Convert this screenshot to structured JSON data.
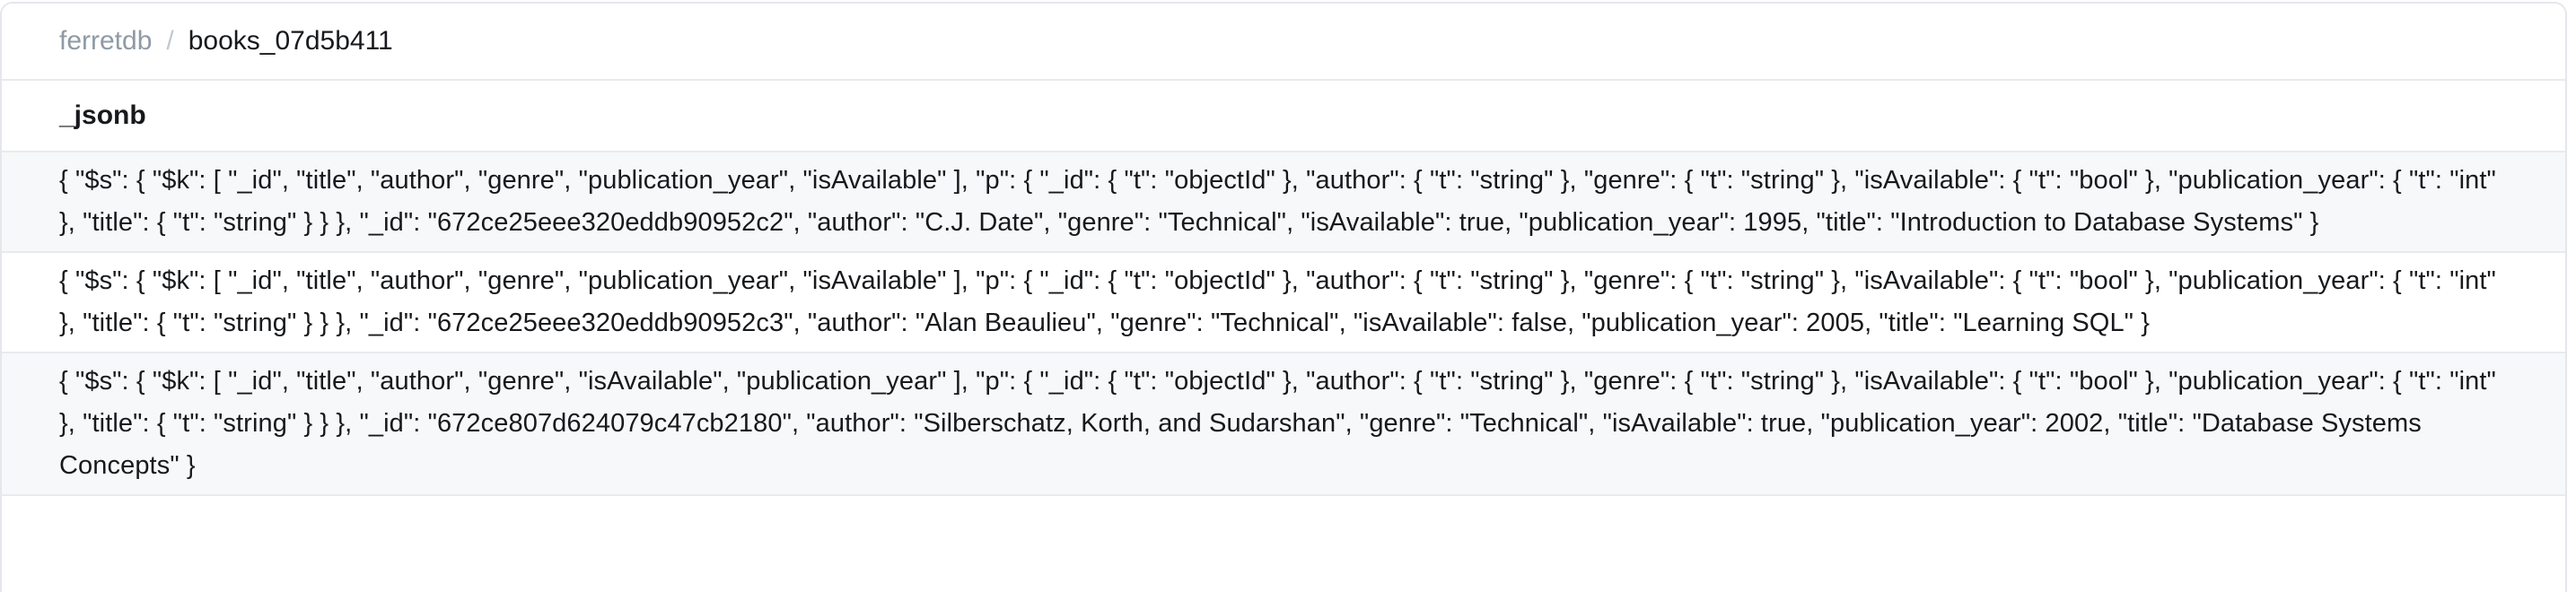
{
  "breadcrumb": {
    "database": "ferretdb",
    "separator": "/",
    "collection": "books_07d5b411"
  },
  "table": {
    "column_header": "_jsonb",
    "rows": [
      {
        "json": "{ \"$s\": { \"$k\": [ \"_id\", \"title\", \"author\", \"genre\", \"publication_year\", \"isAvailable\" ], \"p\": { \"_id\": { \"t\": \"objectId\" }, \"author\": { \"t\": \"string\" }, \"genre\": { \"t\": \"string\" }, \"isAvailable\": { \"t\": \"bool\" }, \"publication_year\": { \"t\": \"int\" }, \"title\": { \"t\": \"string\" } } }, \"_id\": \"672ce25eee320eddb90952c2\", \"author\": \"C.J. Date\", \"genre\": \"Technical\", \"isAvailable\": true, \"publication_year\": 1995, \"title\": \"Introduction to Database Systems\" }"
      },
      {
        "json": "{ \"$s\": { \"$k\": [ \"_id\", \"title\", \"author\", \"genre\", \"publication_year\", \"isAvailable\" ], \"p\": { \"_id\": { \"t\": \"objectId\" }, \"author\": { \"t\": \"string\" }, \"genre\": { \"t\": \"string\" }, \"isAvailable\": { \"t\": \"bool\" }, \"publication_year\": { \"t\": \"int\" }, \"title\": { \"t\": \"string\" } } }, \"_id\": \"672ce25eee320eddb90952c3\", \"author\": \"Alan Beaulieu\", \"genre\": \"Technical\", \"isAvailable\": false, \"publication_year\": 2005, \"title\": \"Learning SQL\" }"
      },
      {
        "json": "{ \"$s\": { \"$k\": [ \"_id\", \"title\", \"author\", \"genre\", \"isAvailable\", \"publication_year\" ], \"p\": { \"_id\": { \"t\": \"objectId\" }, \"author\": { \"t\": \"string\" }, \"genre\": { \"t\": \"string\" }, \"isAvailable\": { \"t\": \"bool\" }, \"publication_year\": { \"t\": \"int\" }, \"title\": { \"t\": \"string\" } } }, \"_id\": \"672ce807d624079c47cb2180\", \"author\": \"Silberschatz, Korth, and Sudarshan\", \"genre\": \"Technical\", \"isAvailable\": true, \"publication_year\": 2002, \"title\": \"Database Systems Concepts\" }"
      }
    ]
  },
  "colors": {
    "breadcrumb_link": "#8f9aa5",
    "text": "#17191c",
    "row_stripe": "#f7f8f9",
    "divider": "#e8eaed",
    "card_border": "#e4e7eb"
  }
}
